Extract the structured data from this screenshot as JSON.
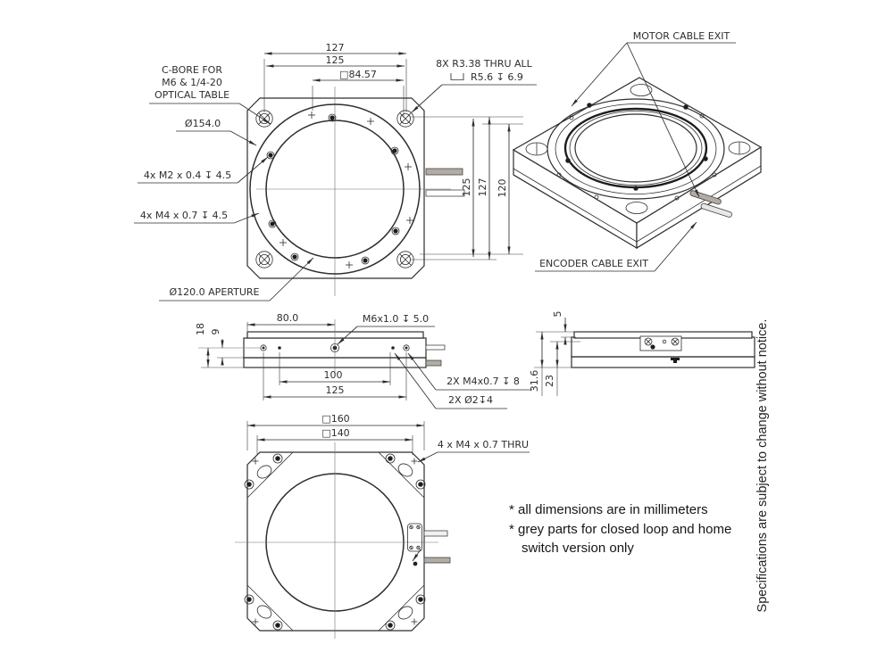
{
  "colors": {
    "part_grey": "#a8a199",
    "cable_grey": "#b3aca4",
    "cable_white": "#f2f1ee",
    "line": "#2e2e2e"
  },
  "top_view": {
    "dim_127": "127",
    "dim_125": "125",
    "dim_sq8457": "□84.57",
    "dim_right_125": "125",
    "dim_right_127": "127",
    "dim_right_120": "120",
    "cbore_l1": "C-BORE FOR",
    "cbore_l2": "M6 & 1/4-20",
    "cbore_l3": "OPTICAL TABLE",
    "od154": "Ø154.0",
    "m2_callout": "4x M2 x 0.4 ↧ 4.5",
    "m4_callout": "4x M4 x 0.7 ↧ 4.5",
    "aperture": "Ø120.0 APERTURE",
    "r338_l1": "8X R3.38 THRU ALL",
    "r338_l2": "R5.6 ↧ 6.9"
  },
  "iso_view": {
    "motor_label": "MOTOR CABLE EXIT",
    "encoder_label": "ENCODER CABLE EXIT"
  },
  "side_view": {
    "dim_80": "80.0",
    "m6_callout": "M6x1.0 ↧ 5.0",
    "dim_18": "18",
    "dim_9": "9",
    "dim_100": "100",
    "dim_125": "125",
    "m4_pair_callout": "2X M4x0.7 ↧ 8",
    "d2_pair_callout": "2X Ø2↧4"
  },
  "end_view": {
    "dim_5": "5",
    "dim_316": "31.6",
    "dim_23": "23"
  },
  "bottom_view": {
    "dim_160": "□160",
    "dim_140": "□140",
    "m4_thru_callout": "4 x M4 x 0.7 THRU"
  },
  "notes": {
    "line1": "* all dimensions are in millimeters",
    "line2": "* grey parts for closed loop  and home",
    "line3": "switch version only"
  },
  "footer": {
    "disclaimer": "Specifications are subject to change without notice."
  }
}
